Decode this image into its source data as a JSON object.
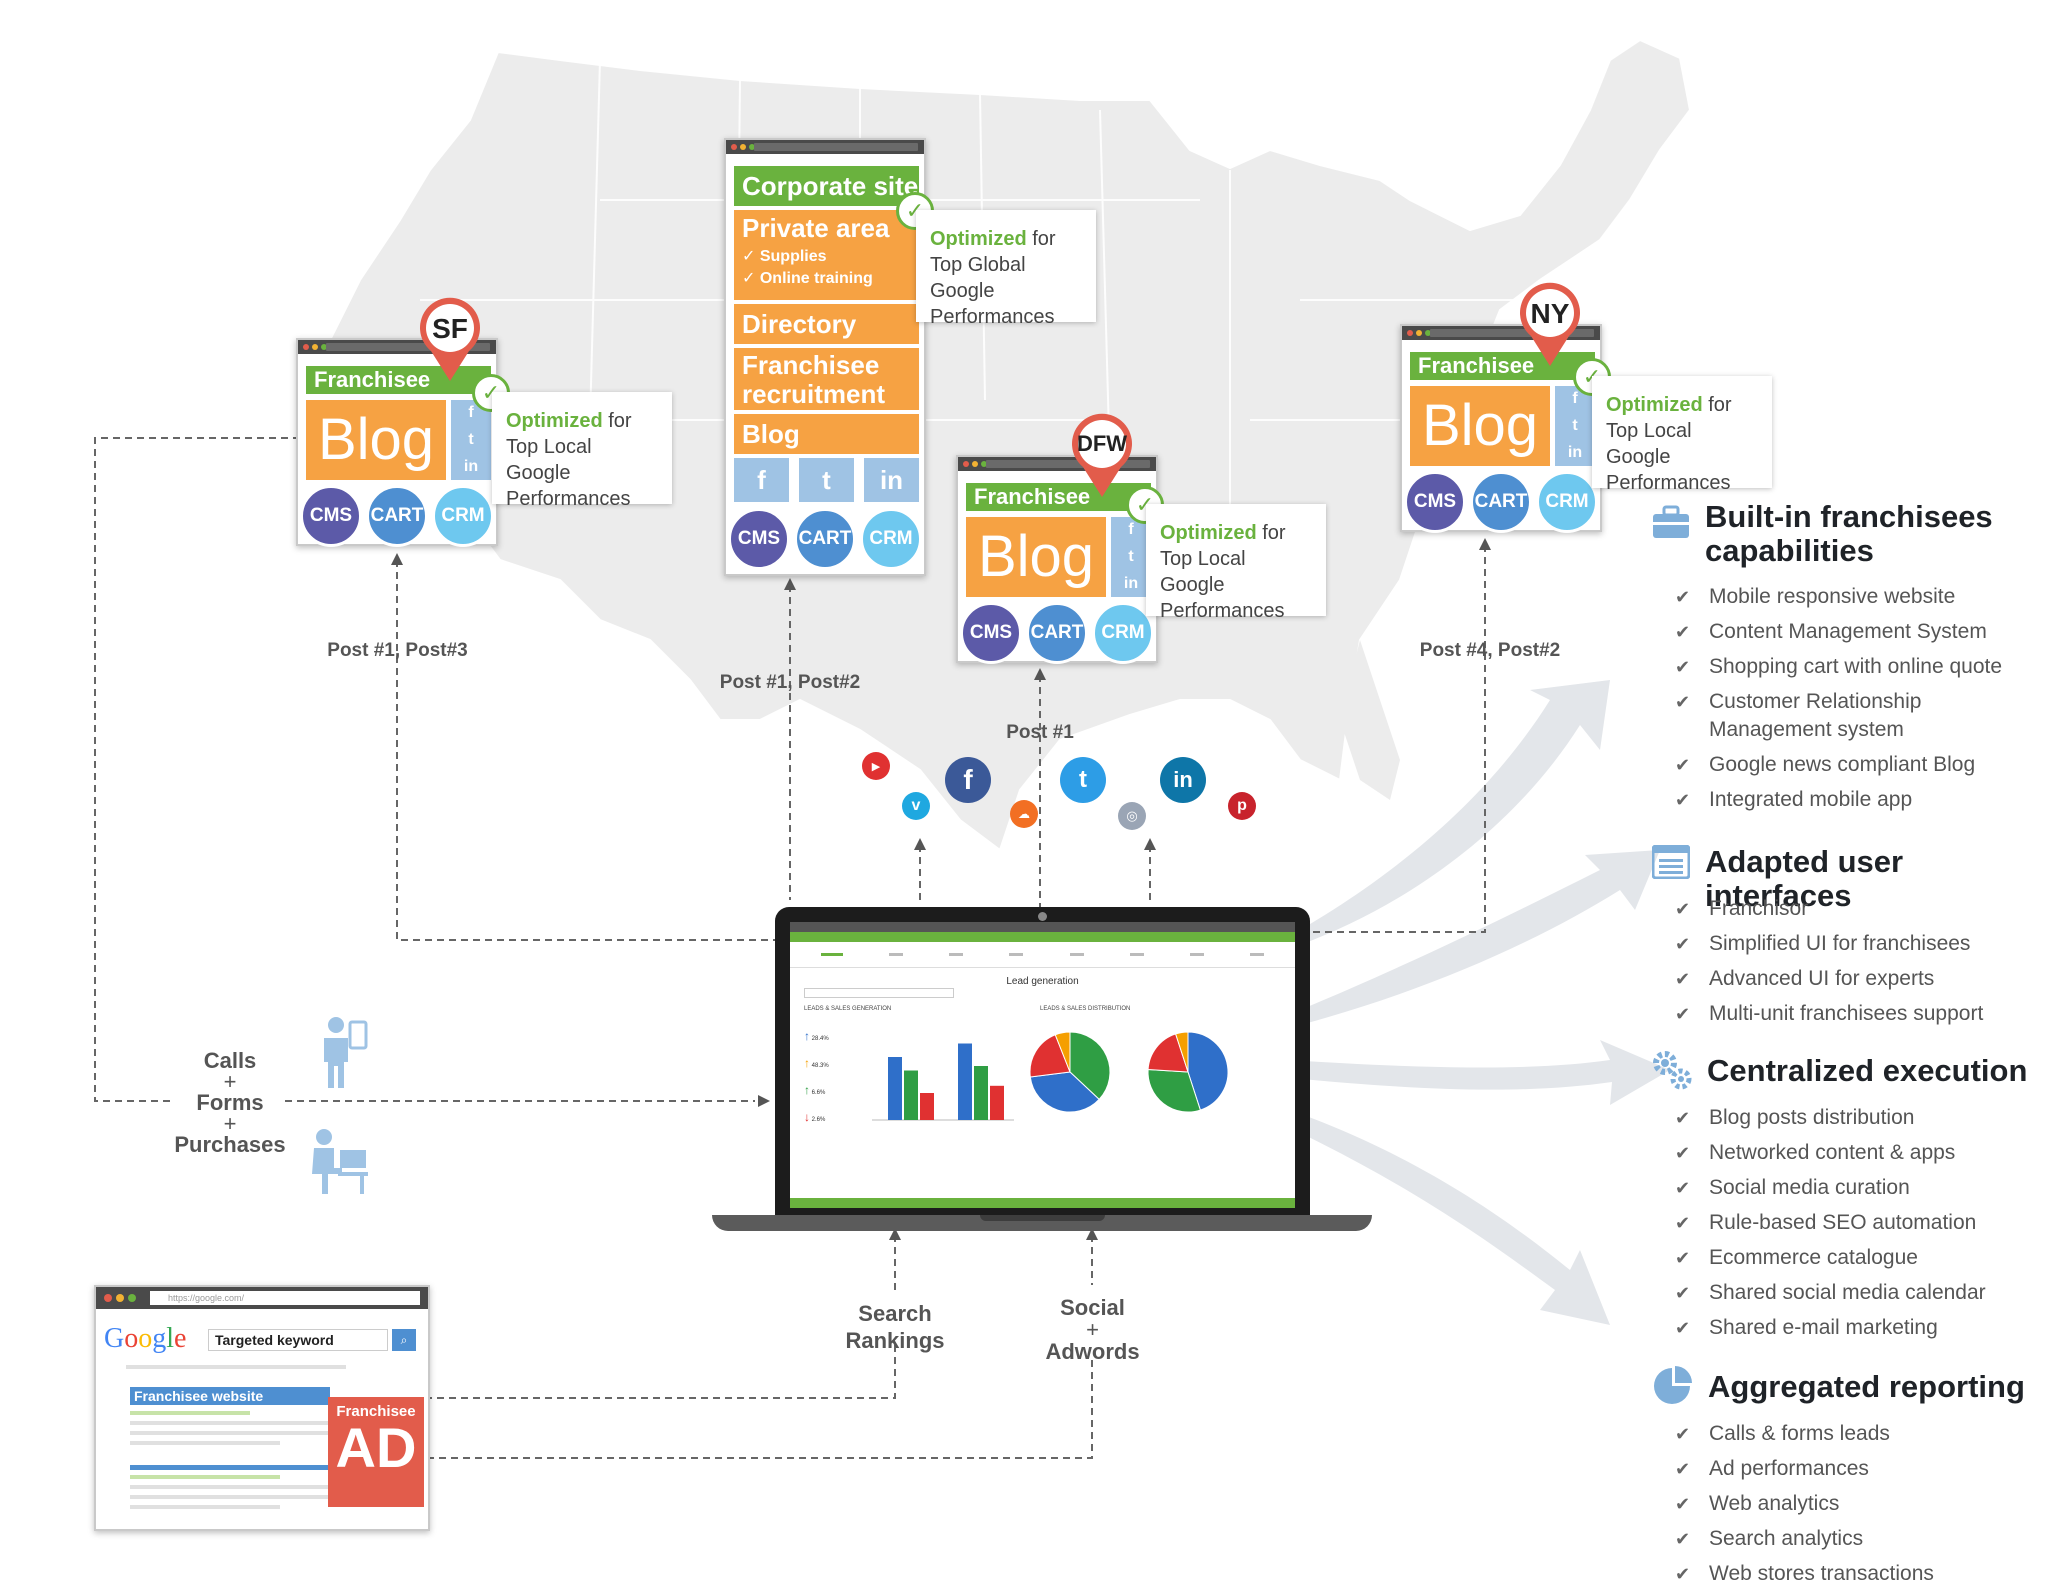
{
  "locations": {
    "sf": "SF",
    "dfw": "DFW",
    "ny": "NY"
  },
  "franchisee_site": {
    "header": "Franchisee",
    "blog": "Blog",
    "cms": "CMS",
    "cart": "CART",
    "crm": "CRM",
    "facebook": "f",
    "twitter": "t",
    "linkedin": "in"
  },
  "corporate_site": {
    "title": "Corporate site",
    "private_area": "Private area",
    "supplies": "Supplies",
    "online_training": "Online training",
    "directory": "Directory",
    "recruitment_line1": "Franchisee",
    "recruitment_line2": "recruitment",
    "blog": "Blog",
    "cms": "CMS",
    "cart": "CART",
    "crm": "CRM"
  },
  "callouts": {
    "optimized": "Optimized",
    "for": "for",
    "local_line1": "Top Local Google",
    "global_line1": "Top Global Google",
    "line2": "Performances"
  },
  "flow_labels": {
    "sf_posts": "Post #1, Post#3",
    "corp_posts": "Post #1, Post#2",
    "dfw_posts": "Post #1",
    "ny_posts": "Post #4, Post#2",
    "calls": "Calls",
    "plus": "+",
    "forms": "Forms",
    "purchases": "Purchases",
    "search_line1": "Search",
    "search_line2": "Rankings",
    "social_line1": "Social",
    "social_line2": "Adwords"
  },
  "dashboard": {
    "title": "Lead generation",
    "section_left": "LEADS & SALES GENERATION",
    "section_right": "LEADS & SALES DISTRIBUTION",
    "stats": [
      "28.4%",
      "48.3%",
      "6.6%",
      "2.6%"
    ],
    "bars": [
      {
        "blue": 70,
        "green": 55,
        "red": 30
      },
      {
        "blue": 85,
        "green": 60,
        "red": 38
      }
    ],
    "pies": [
      [
        {
          "v": 37,
          "c": "#2f9e44"
        },
        {
          "v": 36,
          "c": "#2f6fc9"
        },
        {
          "v": 21,
          "c": "#e03131"
        },
        {
          "v": 6,
          "c": "#f59f00"
        }
      ],
      [
        {
          "v": 45,
          "c": "#2f6fc9"
        },
        {
          "v": 31,
          "c": "#2f9e44"
        },
        {
          "v": 19,
          "c": "#e03131"
        },
        {
          "v": 5,
          "c": "#f59f00"
        }
      ]
    ]
  },
  "google": {
    "url": "https://google.com/",
    "logo": "Google",
    "search_value": "Targeted keyword",
    "result_title": "Franchisee website",
    "ad_label": "Franchisee",
    "ad_big": "AD"
  },
  "sections": [
    {
      "title_line1": "Built-in franchisees",
      "title_line2": "capabilities",
      "items": [
        "Mobile responsive website",
        "Content Management System",
        "Shopping cart with online quote",
        "Customer Relationship Management system",
        "Google news compliant Blog",
        "Integrated mobile app"
      ]
    },
    {
      "title_line1": "Adapted user interfaces",
      "items": [
        "Franchisor",
        "Simplified UI for franchisees",
        "Advanced UI for experts",
        "Multi-unit franchisees support"
      ]
    },
    {
      "title_line1": "Centralized execution",
      "items": [
        "Blog posts distribution",
        "Networked content & apps",
        "Social media curation",
        "Rule-based SEO automation",
        "Ecommerce catalogue",
        "Shared social media calendar",
        "Shared e-mail marketing"
      ]
    },
    {
      "title_line1": "Aggregated reporting",
      "items": [
        "Calls & forms leads",
        "Ad performances",
        "Web analytics",
        "Search analytics",
        "Web stores transactions"
      ]
    }
  ],
  "colors": {
    "green": "#6ab23e",
    "orange": "#f6a243",
    "cms": "#5c5aa8",
    "cart": "#4e8fd1",
    "crm": "#6ec8ef",
    "social_blue": "#9fc3e4"
  }
}
